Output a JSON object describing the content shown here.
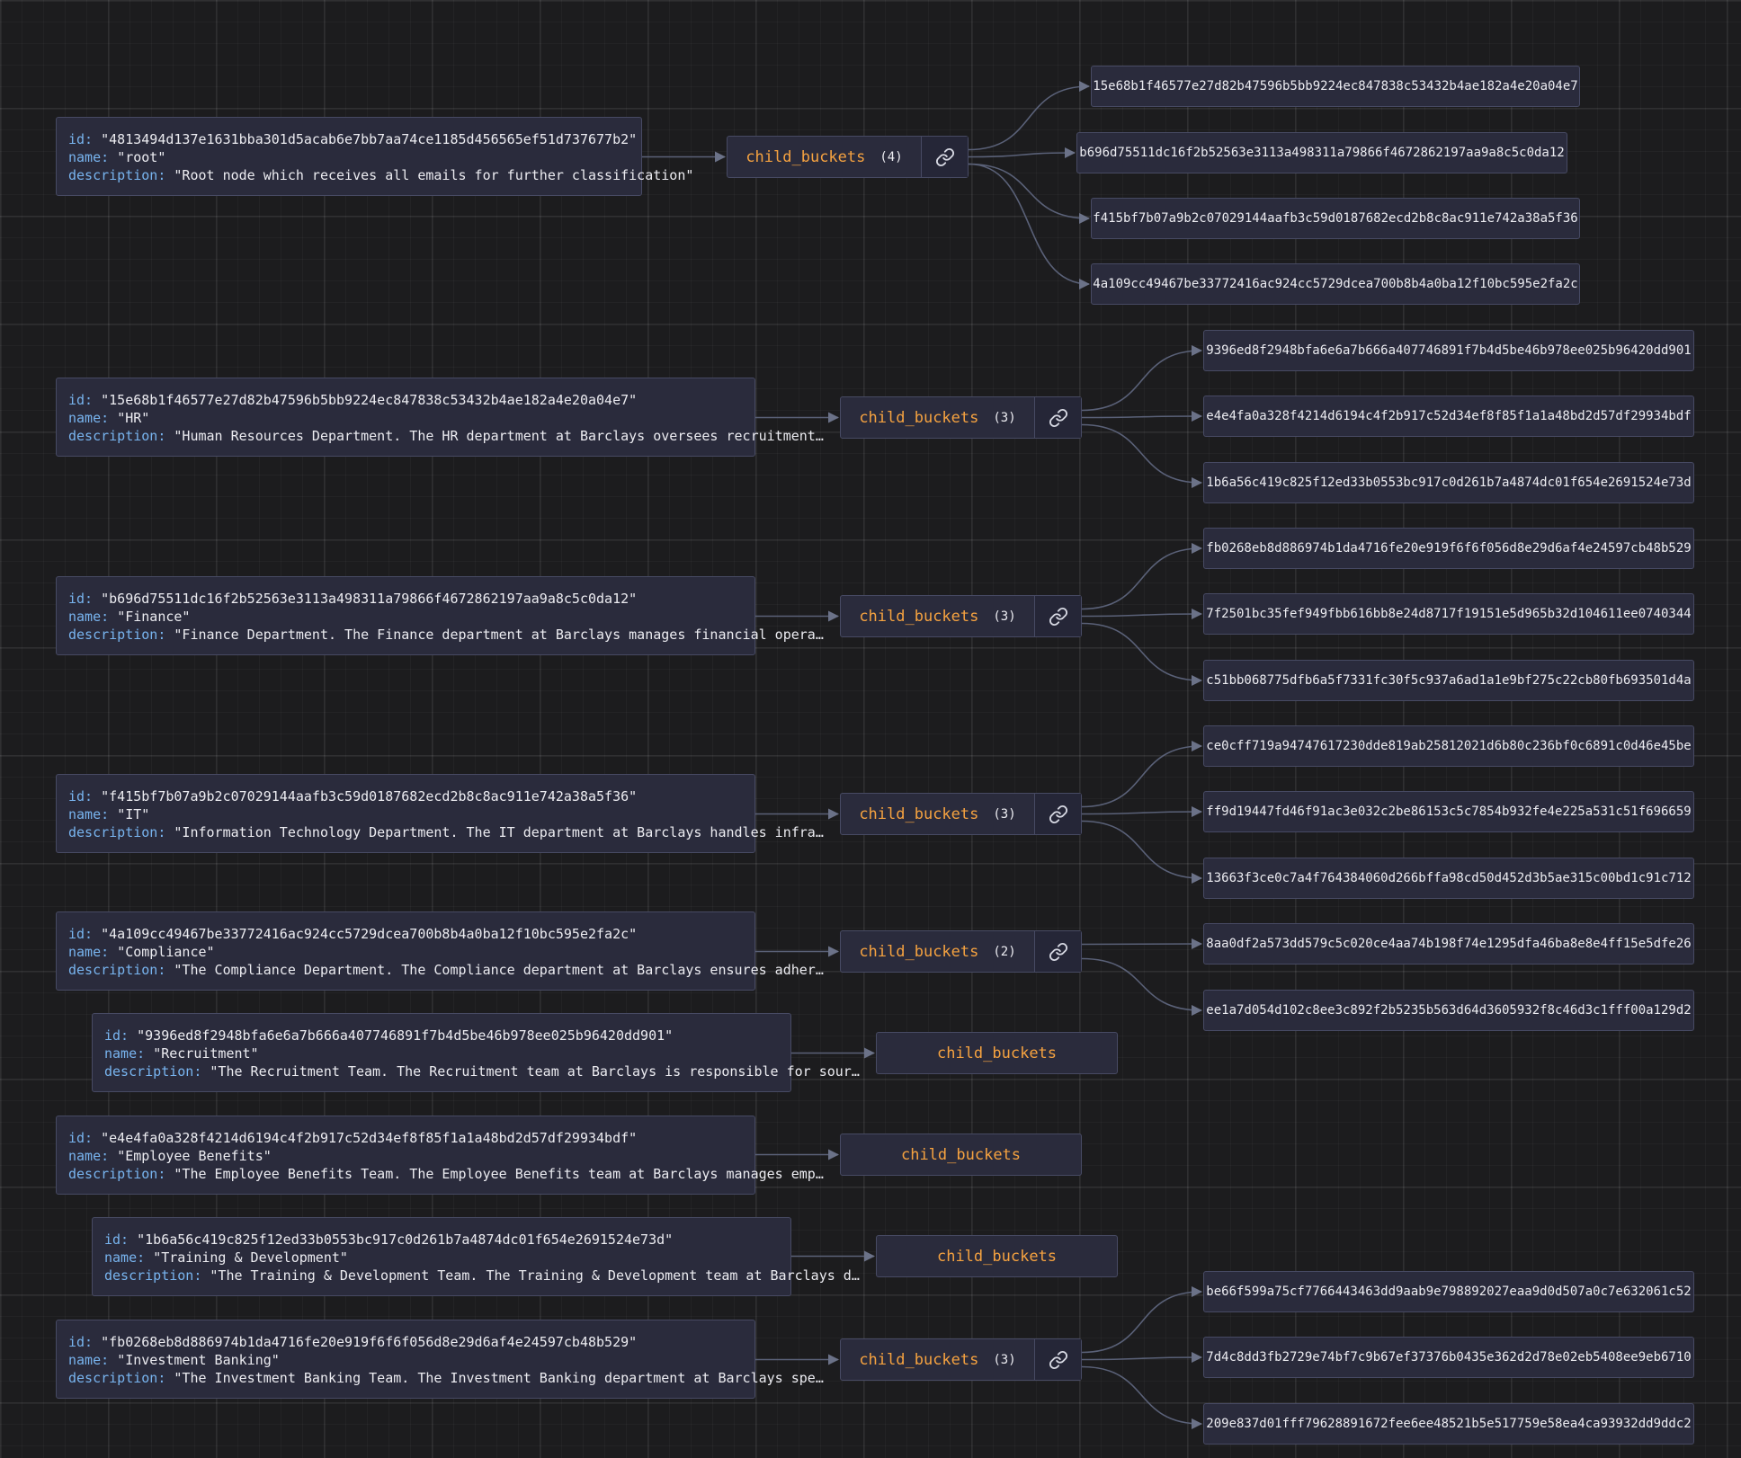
{
  "labels": {
    "id": "id:",
    "name": "name:",
    "description": "description:",
    "child_buckets": "child_buckets"
  },
  "colors": {
    "background": "#1c1c1e",
    "node_bg": "#2a2b3c",
    "node_border": "#474a63",
    "key": "#78b4ef",
    "bucket_label": "#f5a240",
    "edge": "#5a6178"
  },
  "icons": {
    "link": "link-icon"
  },
  "nodes": [
    {
      "id": "\"4813494d137e1631bba301d5acab6e7bb7aa74ce1185d456565ef51d737677b2\"",
      "name": "\"root\"",
      "description": "\"Root node which receives all emails for further classification\"",
      "bucket": {
        "count": "(4)",
        "children": [
          "15e68b1f46577e27d82b47596b5bb9224ec847838c53432b4ae182a4e20a04e7",
          "b696d75511dc16f2b52563e3113a498311a79866f4672862197aa9a8c5c0da12",
          "f415bf7b07a9b2c07029144aafb3c59d0187682ecd2b8c8ac911e742a38a5f36",
          "4a109cc49467be33772416ac924cc5729dcea700b8b4a0ba12f10bc595e2fa2c"
        ]
      }
    },
    {
      "id": "\"15e68b1f46577e27d82b47596b5bb9224ec847838c53432b4ae182a4e20a04e7\"",
      "name": "\"HR\"",
      "description": "\"Human Resources Department. The HR department at Barclays oversees recruitment…",
      "bucket": {
        "count": "(3)",
        "children": [
          "9396ed8f2948bfa6e6a7b666a407746891f7b4d5be46b978ee025b96420dd901",
          "e4e4fa0a328f4214d6194c4f2b917c52d34ef8f85f1a1a48bd2d57df29934bdf",
          "1b6a56c419c825f12ed33b0553bc917c0d261b7a4874dc01f654e2691524e73d"
        ]
      }
    },
    {
      "id": "\"b696d75511dc16f2b52563e3113a498311a79866f4672862197aa9a8c5c0da12\"",
      "name": "\"Finance\"",
      "description": "\"Finance Department. The Finance department at Barclays manages financial opera…",
      "bucket": {
        "count": "(3)",
        "children": [
          "fb0268eb8d886974b1da4716fe20e919f6f6f056d8e29d6af4e24597cb48b529",
          "7f2501bc35fef949fbb616bb8e24d8717f19151e5d965b32d104611ee0740344",
          "c51bb068775dfb6a5f7331fc30f5c937a6ad1a1e9bf275c22cb80fb693501d4a"
        ]
      }
    },
    {
      "id": "\"f415bf7b07a9b2c07029144aafb3c59d0187682ecd2b8c8ac911e742a38a5f36\"",
      "name": "\"IT\"",
      "description": "\"Information Technology Department. The IT department at Barclays handles infra…",
      "bucket": {
        "count": "(3)",
        "children": [
          "ce0cff719a94747617230dde819ab25812021d6b80c236bf0c6891c0d46e45be",
          "ff9d19447fd46f91ac3e032c2be86153c5c7854b932fe4e225a531c51f696659",
          "13663f3ce0c7a4f764384060d266bffa98cd50d452d3b5ae315c00bd1c91c712"
        ]
      }
    },
    {
      "id": "\"4a109cc49467be33772416ac924cc5729dcea700b8b4a0ba12f10bc595e2fa2c\"",
      "name": "\"Compliance\"",
      "description": "\"The Compliance Department. The Compliance department at Barclays ensures adher…",
      "bucket": {
        "count": "(2)",
        "children": [
          "8aa0df2a573dd579c5c020ce4aa74b198f74e1295dfa46ba8e8e4ff15e5dfe26",
          "ee1a7d054d102c8ee3c892f2b5235b563d64d3605932f8c46d3c1fff00a129d2"
        ]
      }
    },
    {
      "id": "\"9396ed8f2948bfa6e6a7b666a407746891f7b4d5be46b978ee025b96420dd901\"",
      "name": "\"Recruitment\"",
      "description": "\"The Recruitment Team. The Recruitment team at Barclays is responsible for sour…",
      "bucket": {
        "count": "",
        "children": []
      }
    },
    {
      "id": "\"e4e4fa0a328f4214d6194c4f2b917c52d34ef8f85f1a1a48bd2d57df29934bdf\"",
      "name": "\"Employee Benefits\"",
      "description": "\"The Employee Benefits Team. The Employee Benefits team at Barclays manages emp…",
      "bucket": {
        "count": "",
        "children": []
      }
    },
    {
      "id": "\"1b6a56c419c825f12ed33b0553bc917c0d261b7a4874dc01f654e2691524e73d\"",
      "name": "\"Training & Development\"",
      "description": "\"The Training & Development Team. The Training & Development team at Barclays d…",
      "bucket": {
        "count": "",
        "children": []
      }
    },
    {
      "id": "\"fb0268eb8d886974b1da4716fe20e919f6f6f056d8e29d6af4e24597cb48b529\"",
      "name": "\"Investment Banking\"",
      "description": "\"The Investment Banking Team. The Investment Banking department at Barclays spe…",
      "bucket": {
        "count": "(3)",
        "children": [
          "be66f599a75cf7766443463dd9aab9e798892027eaa9d0d507a0c7e632061c52",
          "7d4c8dd3fb2729e74bf7c9b67ef37376b0435e362d2d78e02eb5408ee9eb6710",
          "209e837d01fff79628891672fee6ee48521b5e517759e58ea4ca93932dd9ddc2"
        ]
      }
    }
  ]
}
